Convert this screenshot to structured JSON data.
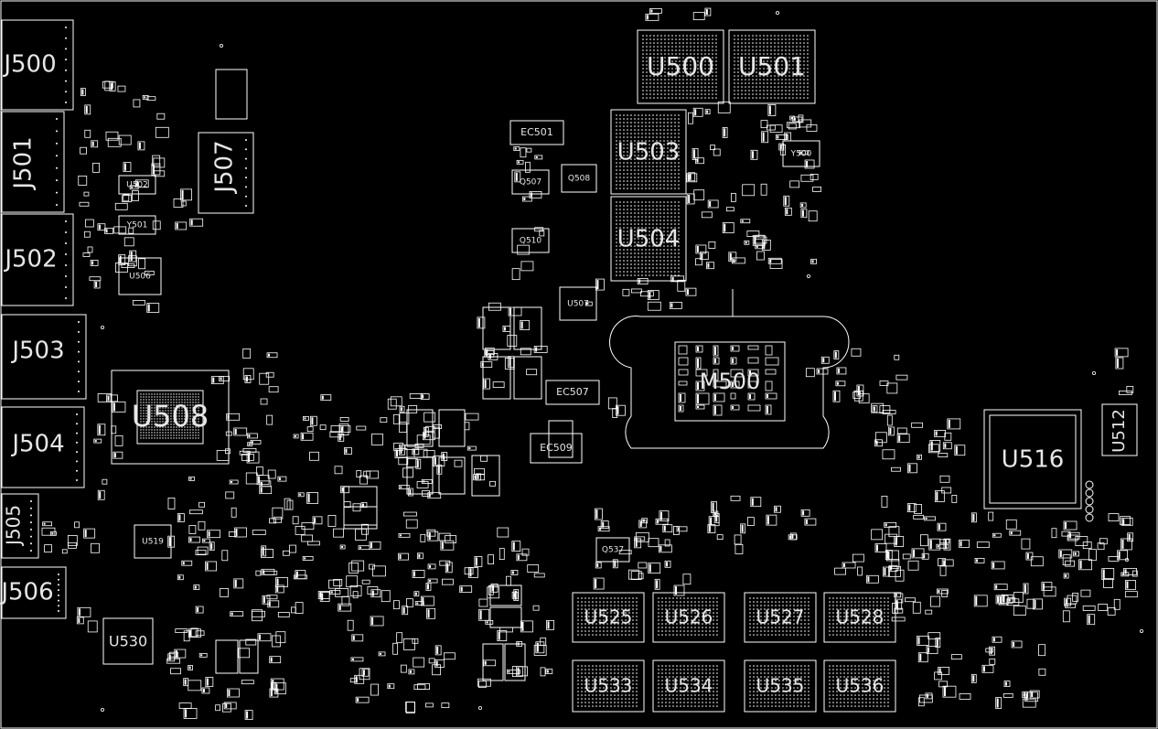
{
  "connectors": [
    {
      "label": "J500"
    },
    {
      "label": "J501"
    },
    {
      "label": "J502"
    },
    {
      "label": "J503"
    },
    {
      "label": "J504"
    },
    {
      "label": "J505"
    },
    {
      "label": "J506"
    },
    {
      "label": "J507"
    }
  ],
  "major_chips": [
    {
      "label": "U500"
    },
    {
      "label": "U501"
    },
    {
      "label": "U503"
    },
    {
      "label": "U504"
    },
    {
      "label": "U508"
    },
    {
      "label": "U516"
    },
    {
      "label": "U512"
    },
    {
      "label": "U530"
    },
    {
      "label": "U525"
    },
    {
      "label": "U526"
    },
    {
      "label": "U527"
    },
    {
      "label": "U528"
    },
    {
      "label": "U533"
    },
    {
      "label": "U534"
    },
    {
      "label": "U535"
    },
    {
      "label": "U536"
    },
    {
      "label": "M500"
    }
  ],
  "small_labels": [
    {
      "label": "EC501"
    },
    {
      "label": "EC507"
    },
    {
      "label": "EC509"
    },
    {
      "label": "Q507"
    },
    {
      "label": "Q508"
    },
    {
      "label": "Q510"
    },
    {
      "label": "Q537"
    },
    {
      "label": "U506"
    },
    {
      "label": "U502"
    },
    {
      "label": "U519"
    },
    {
      "label": "U507"
    },
    {
      "label": "Y500"
    },
    {
      "label": "Y501"
    }
  ],
  "colors": {
    "background": "#000000",
    "trace": "#ffffff",
    "text": "#e6e6e6"
  }
}
